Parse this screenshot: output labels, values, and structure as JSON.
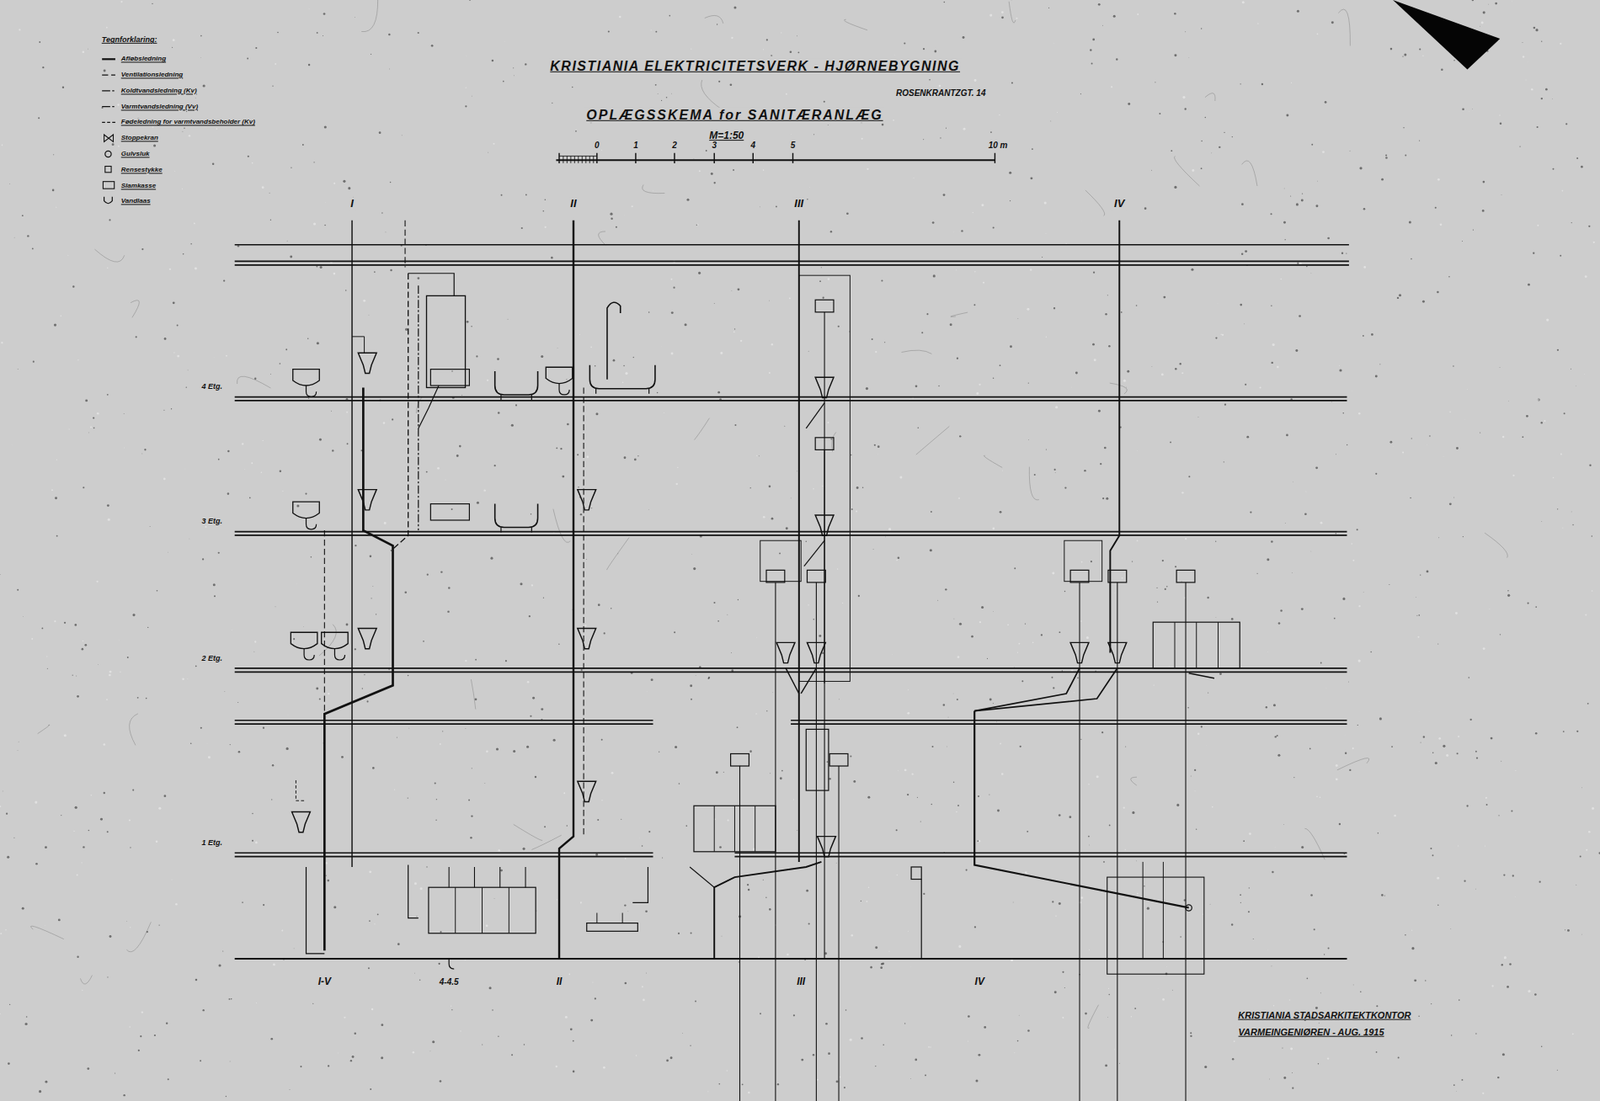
{
  "diagram": {
    "title": "KRISTIANIA ELEKTRICITETSVERK - HJØRNEBYGNING",
    "labels": [
      "ROSENKRANTZGT. 14",
      "OPLÆGSSKEMA for SANITÆRANLÆG",
      "M=1:50",
      "0",
      "1",
      "2",
      "3",
      "4",
      "5",
      "10 m",
      "I",
      "II",
      "III",
      "IV",
      "4 Etg.",
      "3 Etg.",
      "2 Etg.",
      "1 Etg.",
      "I-V",
      "4-4.5",
      "II",
      "III",
      "IV",
      "Tegnforklaring:",
      "KRISTIANIA STADSARKITEKTKONTOR",
      "VARMEINGENIØREN - AUG. 1915"
    ],
    "legend": [
      {
        "text": "Afløbsledning"
      },
      {
        "text": "Ventilationsledning"
      },
      {
        "text": "Koldtvandsledning (Kv)"
      },
      {
        "text": "Varmtvandsledning (Vv)"
      },
      {
        "text": "Fødeledning for varmtvandsbeholder (Kv)"
      },
      {
        "text": "Stoppekran"
      },
      {
        "text": "Gulvsluk"
      },
      {
        "text": "Rensestykke"
      },
      {
        "text": "Slamkasse"
      },
      {
        "text": "Vandlaas"
      }
    ]
  }
}
